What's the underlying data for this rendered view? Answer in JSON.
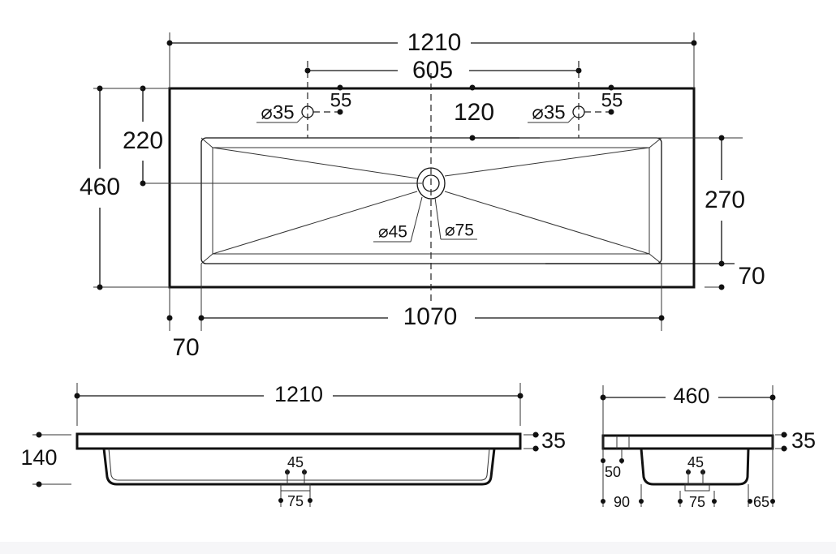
{
  "top_view": {
    "overall_width": "1210",
    "tap_spacing": "605",
    "tap_offset_left": "55",
    "tap_offset_right": "55",
    "tap_hole_left": "⌀35",
    "tap_hole_right": "⌀35",
    "basin_from_back": "120",
    "drain_from_back": "220",
    "overall_depth": "460",
    "basin_depth": "270",
    "front_margin": "70",
    "basin_width": "1070",
    "side_margin": "70",
    "drain_inner": "⌀45",
    "drain_outer": "⌀75"
  },
  "front_view": {
    "overall_width": "1210",
    "overall_height": "140",
    "slab_thickness": "35",
    "drain_inner": "45",
    "drain_outer": "75"
  },
  "side_view": {
    "overall_depth": "460",
    "slab_thickness": "35",
    "back_edge": "50",
    "back_to_basin": "90",
    "drain_inner": "45",
    "drain_outer": "75",
    "front_to_basin": "65"
  }
}
